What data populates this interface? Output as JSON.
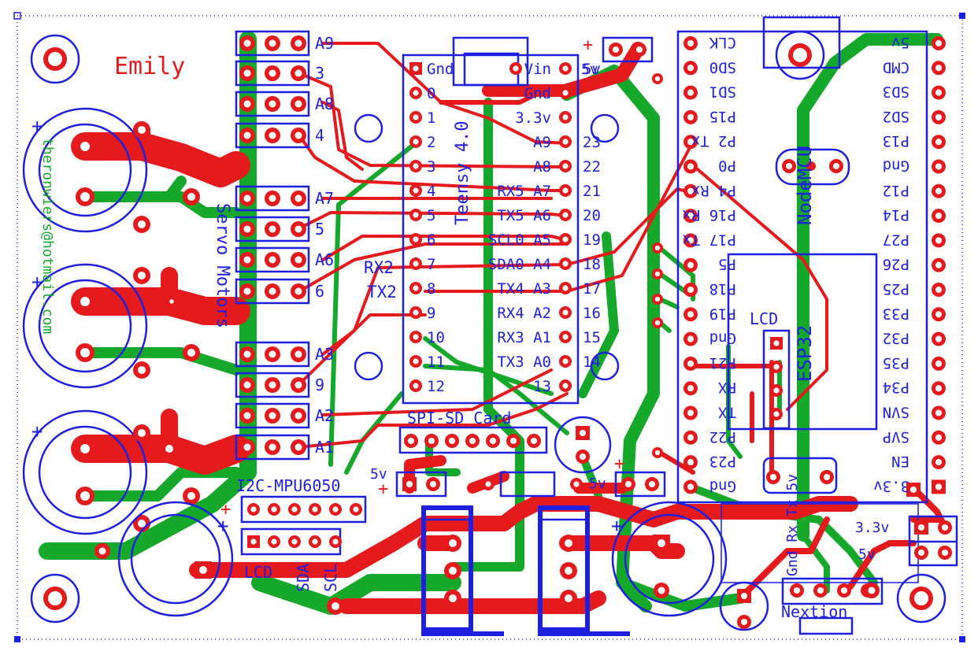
{
  "colors": {
    "copper_top": "#e41a1c",
    "copper_bottom": "#16a82a",
    "silkscreen": "#1f1fe0",
    "background": "#ffffff"
  },
  "board": {
    "name": "Emily",
    "credit": "theronwiers@hotmail.com",
    "servo_section": "Servo Motors",
    "servo_pins": [
      "A9",
      "3",
      "A8",
      "4",
      "A7",
      "5",
      "A6",
      "6",
      "A3",
      "9",
      "A2",
      "A1"
    ],
    "teensy": {
      "title": "Teensy 4.0",
      "left_pins": [
        "Gnd",
        "0",
        "1",
        "2",
        "3",
        "4",
        "5",
        "6",
        "7",
        "8",
        "9",
        "10",
        "11",
        "12"
      ],
      "right_labels": [
        "Vin",
        "Gnd",
        "3.3v",
        "A9",
        "A8",
        "RX5 A7",
        "TX5 A6",
        "SCL0 A5",
        "SDA0 A4",
        "TX4 A3",
        "RX4 A2",
        "RX3 A1",
        "TX3 A0",
        "13"
      ],
      "right_pins": [
        "5v",
        "",
        "",
        "23",
        "22",
        "21",
        "20",
        "19",
        "18",
        "17",
        "16",
        "15",
        "14",
        ""
      ],
      "rx2": "RX2",
      "tx2": "TX2"
    },
    "nodemcu": {
      "title": "NodeMCU",
      "left_pins": [
        "CLK",
        "SD0",
        "SD1",
        "P15",
        "P2 Tx",
        "P0",
        "P4 Rx",
        "P16 Rx",
        "P17 Tx",
        "P5",
        "P18",
        "P19",
        "Gnd",
        "P21",
        "RX",
        "TX",
        "P22",
        "P23",
        "Gnd"
      ],
      "right_pins": [
        "5v",
        "CMD",
        "SD3",
        "SD2",
        "P13",
        "Gnd",
        "P12",
        "P14",
        "P27",
        "P26",
        "P25",
        "P33",
        "P32",
        "P35",
        "P34",
        "SVN",
        "SVP",
        "EN",
        "3.3v"
      ]
    },
    "esp32": "ESP32",
    "lcd": "LCD",
    "spi_label": "SPI-SD Card",
    "i2c_label": "I2C-MPU6050",
    "lcd_label": "LCD",
    "sda_label": "SDA",
    "scl_label": "SCL",
    "nextion_label": "Nextion",
    "nextion_pins": "Gnd Rx Tx 5v",
    "power_labels": [
      "5v",
      "5v",
      "5v",
      "3.3v",
      "5v",
      "+",
      "+",
      "+",
      "+",
      "+",
      "+",
      "+",
      "+",
      "+"
    ]
  }
}
